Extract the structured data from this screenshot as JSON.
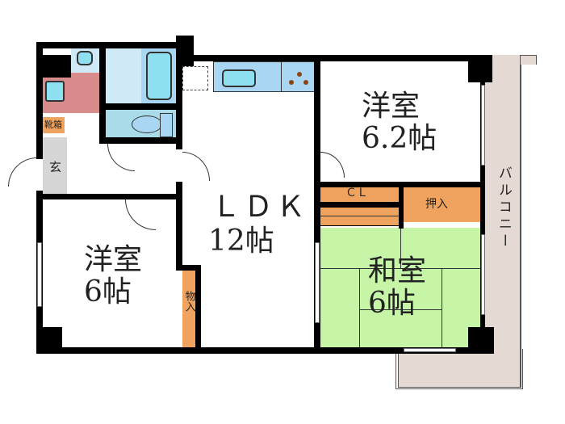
{
  "floorplan": {
    "rooms": {
      "western_room_1": {
        "name": "洋室",
        "size": "6.2帖"
      },
      "western_room_2": {
        "name": "洋室",
        "size": "6帖"
      },
      "ldk": {
        "name": "ＬＤＫ",
        "size": "12帖"
      },
      "japanese_room": {
        "name": "和室",
        "size": "6帖"
      },
      "closet": {
        "name": "ＣＬ"
      },
      "oshiire": {
        "name": "押入"
      },
      "storage": {
        "name": "物入"
      },
      "shoe_box": {
        "name": "靴箱"
      },
      "entrance": {
        "name": "玄"
      },
      "balcony": {
        "name": "バルコニー"
      }
    },
    "colors": {
      "wall": "#000000",
      "washroom": "#d98c8c",
      "bath": "#cfe9f7",
      "fixture": "#8ee0f0",
      "toilet_room": "#a9dbe8",
      "kitchen": "#a9d6f2",
      "storage": "#f0a35f",
      "tatami": "#c6f5a8",
      "balcony": "#e4dad3",
      "entrance": "#d6d6d6"
    }
  }
}
